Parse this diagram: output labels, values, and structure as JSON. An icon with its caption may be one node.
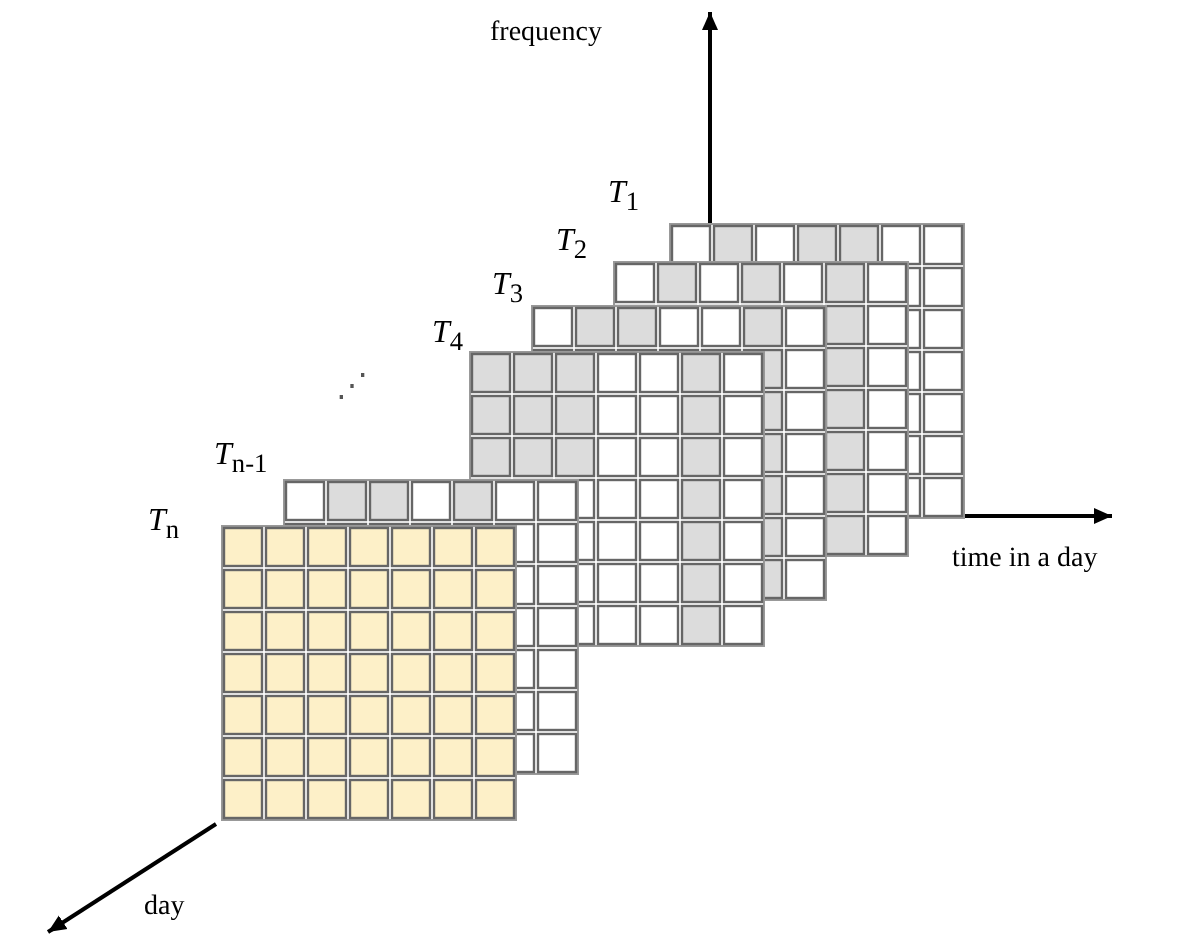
{
  "diagram": {
    "labels": [
      "frequency",
      "*T*$_{1}$",
      "*T*$_{2}$",
      "*T*$_{3}$",
      "*T*$_{4}$",
      "⋰",
      "*T*$_{n-1}$",
      "*T*$_{n}$",
      "time in a day",
      "day"
    ]
  }
}
